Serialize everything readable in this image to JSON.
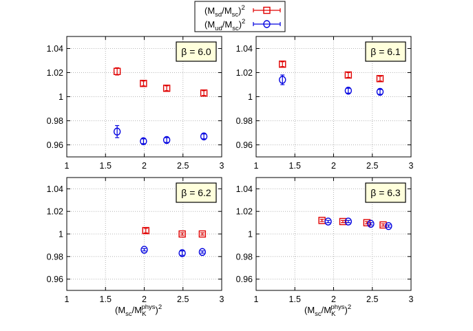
{
  "legend": {
    "entries": [
      {
        "series": "sd",
        "base": "(M",
        "sub1": "sd",
        "mid": "/M",
        "sub2": "sc",
        "close": ")",
        "sup": "2"
      },
      {
        "series": "ud",
        "base": "(M",
        "sub1": "ud",
        "mid": "/M",
        "sub2": "sc",
        "close": ")",
        "sup": "2"
      }
    ]
  },
  "xlabel": {
    "base": "(M",
    "sub1": "sc",
    "mid": "/M",
    "sub2": "K",
    "sup2": "phys",
    "close": ")",
    "sup": "2"
  },
  "colors": {
    "sd": "#e00000",
    "ud": "#0000e0",
    "grid": "#b4b4b4"
  },
  "chart_data": [
    {
      "type": "scatter",
      "title": "β = 6.0",
      "xlim": [
        1,
        3
      ],
      "ylim": [
        0.95,
        1.05
      ],
      "xticks": [
        1,
        1.5,
        2,
        2.5,
        3
      ],
      "xtick_labels": [
        "1",
        "1.5",
        "2",
        "2.5",
        "3"
      ],
      "yticks": [
        0.96,
        0.98,
        1.0,
        1.02,
        1.04
      ],
      "ytick_labels": [
        "0.96",
        "0.98",
        "1",
        "1.02",
        "1.04"
      ],
      "grid": true,
      "series": [
        {
          "key": "sd",
          "marker": "square",
          "points": [
            {
              "x": 1.65,
              "y": 1.021,
              "err": 0.003
            },
            {
              "x": 1.99,
              "y": 1.011,
              "err": 0.002
            },
            {
              "x": 2.29,
              "y": 1.007,
              "err": 0.002
            },
            {
              "x": 2.77,
              "y": 1.003,
              "err": 0.002
            }
          ]
        },
        {
          "key": "ud",
          "marker": "circle",
          "points": [
            {
              "x": 1.65,
              "y": 0.971,
              "err": 0.005
            },
            {
              "x": 1.99,
              "y": 0.963,
              "err": 0.002
            },
            {
              "x": 2.29,
              "y": 0.964,
              "err": 0.002
            },
            {
              "x": 2.77,
              "y": 0.967,
              "err": 0.002
            }
          ]
        }
      ]
    },
    {
      "type": "scatter",
      "title": "β = 6.1",
      "xlim": [
        1,
        3
      ],
      "ylim": [
        0.95,
        1.05
      ],
      "xticks": [
        1,
        1.5,
        2,
        2.5,
        3
      ],
      "xtick_labels": [
        "1",
        "1.5",
        "2",
        "2.5",
        "3"
      ],
      "yticks": [
        0.96,
        0.98,
        1.0,
        1.02,
        1.04
      ],
      "ytick_labels": [
        "0.96",
        "0.98",
        "1",
        "1.02",
        "1.04"
      ],
      "grid": true,
      "series": [
        {
          "key": "sd",
          "marker": "square",
          "points": [
            {
              "x": 1.34,
              "y": 1.027,
              "err": 0.002
            },
            {
              "x": 2.19,
              "y": 1.018,
              "err": 0.002
            },
            {
              "x": 2.6,
              "y": 1.015,
              "err": 0.002
            }
          ]
        },
        {
          "key": "ud",
          "marker": "circle",
          "points": [
            {
              "x": 1.34,
              "y": 1.014,
              "err": 0.004
            },
            {
              "x": 2.19,
              "y": 1.005,
              "err": 0.002
            },
            {
              "x": 2.6,
              "y": 1.004,
              "err": 0.002
            }
          ]
        }
      ]
    },
    {
      "type": "scatter",
      "title": "β = 6.2",
      "xlim": [
        1,
        3
      ],
      "ylim": [
        0.95,
        1.05
      ],
      "xticks": [
        1,
        1.5,
        2,
        2.5,
        3
      ],
      "xtick_labels": [
        "1",
        "1.5",
        "2",
        "2.5",
        "3"
      ],
      "yticks": [
        0.96,
        0.98,
        1.0,
        1.02,
        1.04
      ],
      "ytick_labels": [
        "0.96",
        "0.98",
        "1",
        "1.02",
        "1.04"
      ],
      "grid": true,
      "series": [
        {
          "key": "sd",
          "marker": "square",
          "points": [
            {
              "x": 2.02,
              "y": 1.003,
              "err": 0.002
            },
            {
              "x": 2.49,
              "y": 1.0,
              "err": 0.001
            },
            {
              "x": 2.75,
              "y": 1.0,
              "err": 0.001
            }
          ]
        },
        {
          "key": "ud",
          "marker": "circle",
          "points": [
            {
              "x": 2.0,
              "y": 0.986,
              "err": 0.001
            },
            {
              "x": 2.49,
              "y": 0.983,
              "err": 0.002
            },
            {
              "x": 2.75,
              "y": 0.984,
              "err": 0.001
            }
          ]
        }
      ]
    },
    {
      "type": "scatter",
      "title": "β = 6.3",
      "xlim": [
        1,
        3
      ],
      "ylim": [
        0.95,
        1.05
      ],
      "xticks": [
        1,
        1.5,
        2,
        2.5,
        3
      ],
      "xtick_labels": [
        "1",
        "1.5",
        "2",
        "2.5",
        "3"
      ],
      "yticks": [
        0.96,
        0.98,
        1.0,
        1.02,
        1.04
      ],
      "ytick_labels": [
        "0.96",
        "0.98",
        "1",
        "1.02",
        "1.04"
      ],
      "grid": true,
      "series": [
        {
          "key": "sd",
          "marker": "square",
          "points": [
            {
              "x": 1.85,
              "y": 1.012,
              "err": 0.001
            },
            {
              "x": 2.12,
              "y": 1.011,
              "err": 0.001
            },
            {
              "x": 2.43,
              "y": 1.01,
              "err": 0.001
            },
            {
              "x": 2.64,
              "y": 1.008,
              "err": 0.001
            }
          ]
        },
        {
          "key": "ud",
          "marker": "circle",
          "points": [
            {
              "x": 1.93,
              "y": 1.011,
              "err": 0.001
            },
            {
              "x": 2.19,
              "y": 1.011,
              "err": 0.001
            },
            {
              "x": 2.48,
              "y": 1.009,
              "err": 0.001
            },
            {
              "x": 2.71,
              "y": 1.007,
              "err": 0.001
            }
          ]
        }
      ]
    }
  ]
}
